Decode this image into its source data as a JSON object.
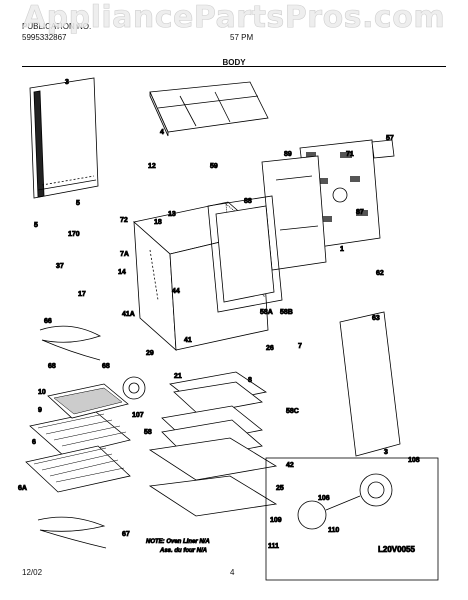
{
  "watermark": "AppliancePartsPros.com",
  "header": {
    "publication_label": "PUBLICATION NO.",
    "publication_number": "5995332867",
    "model_partial": "57 PM",
    "section_title": "BODY"
  },
  "callouts": {
    "c3": "3",
    "c4": "4",
    "c5": "5",
    "c5b": "5",
    "c170": "170",
    "c12": "12",
    "c59": "59",
    "c72": "72",
    "c13": "13",
    "c18": "18",
    "c88": "88",
    "c89": "89",
    "c71": "71",
    "c57": "57",
    "c87": "87",
    "c1": "1",
    "c62": "62",
    "c63": "63",
    "c7a": "7A",
    "c37": "37",
    "c14": "14",
    "c17": "17",
    "c44": "44",
    "c41a": "41A",
    "c58a": "58A",
    "c58b": "58B",
    "c66": "66",
    "c41": "41",
    "c26": "26",
    "c7": "7",
    "c29": "29",
    "c21": "21",
    "c68": "68",
    "c68b": "68",
    "c10": "10",
    "c8": "8",
    "c9": "9",
    "c107": "107",
    "c58c": "58C",
    "c58": "58",
    "c6": "6",
    "c3b": "3",
    "c42": "42",
    "c108": "108",
    "c6a": "6A",
    "c25": "25",
    "c106": "106",
    "c109": "109",
    "c110": "110",
    "c67": "67",
    "c111": "111"
  },
  "note_line1": "NOTE: Oven Liner N/A",
  "note_line2": "Ass. du four N/A",
  "diagram_code": "L20V0055",
  "footer": {
    "date": "12/02",
    "page": "4"
  }
}
